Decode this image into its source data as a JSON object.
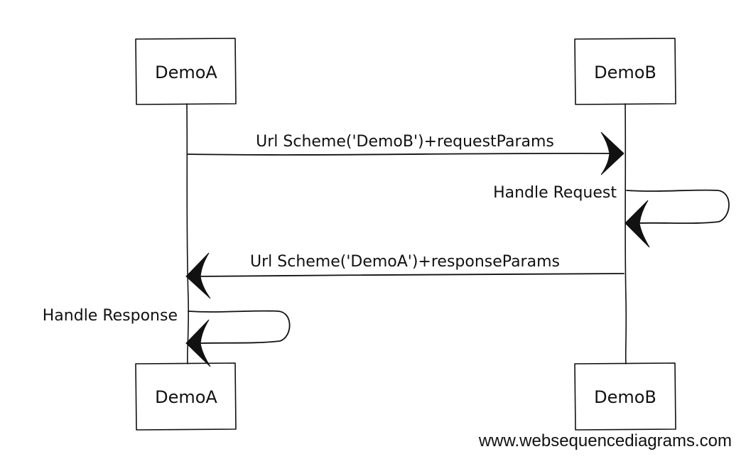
{
  "participants": {
    "a": "DemoA",
    "b": "DemoB"
  },
  "messages": {
    "request": "Url Scheme('DemoB')+requestParams",
    "handle_request": "Handle Request",
    "response": "Url Scheme('DemoA')+responseParams",
    "handle_response": "Handle Response"
  },
  "credit": "www.websequencediagrams.com",
  "colors": {
    "ink": "#111111",
    "background": "#ffffff"
  }
}
